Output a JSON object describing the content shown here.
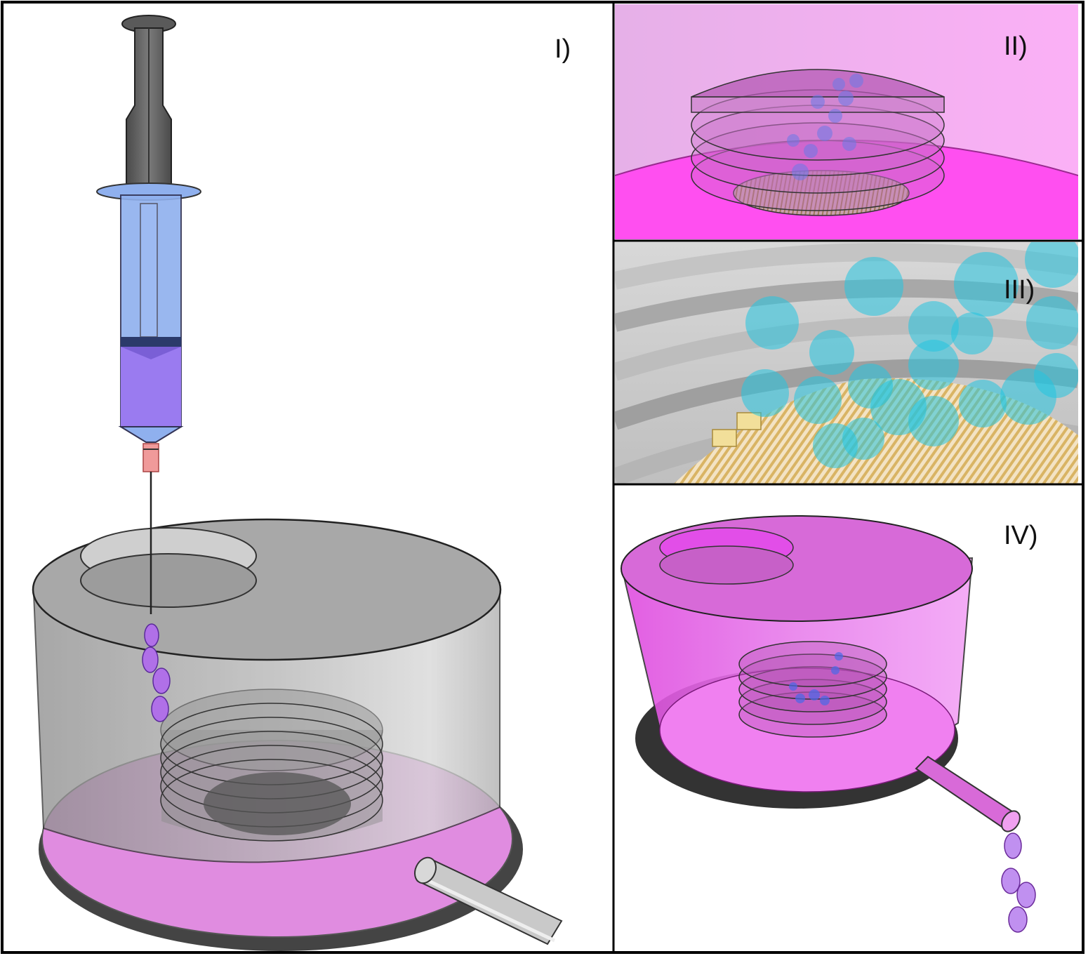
{
  "panels": [
    {
      "id": "I",
      "label": "I)"
    },
    {
      "id": "II",
      "label": "II)"
    },
    {
      "id": "III",
      "label": "III)"
    },
    {
      "id": "IV",
      "label": "IV)"
    }
  ],
  "colors": {
    "frame": "#000000",
    "chamber_grey": "#b3b3b3",
    "medium_magenta": "#e08ce0",
    "bright_magenta": "#ff4ff0",
    "syringe_blue": "#7fa3e8",
    "syringe_purple": "#9a7bf0",
    "needle_hub": "#f09a9a",
    "cell_cyan": "#22c5e0",
    "electrode_gold": "#e8c87a",
    "droplet_violet": "#b070e8"
  },
  "icons": [
    "syringe",
    "bioreactor-chamber",
    "scaffold-stack",
    "electrode-grid",
    "cell-cluster",
    "outlet-tube",
    "droplet"
  ]
}
